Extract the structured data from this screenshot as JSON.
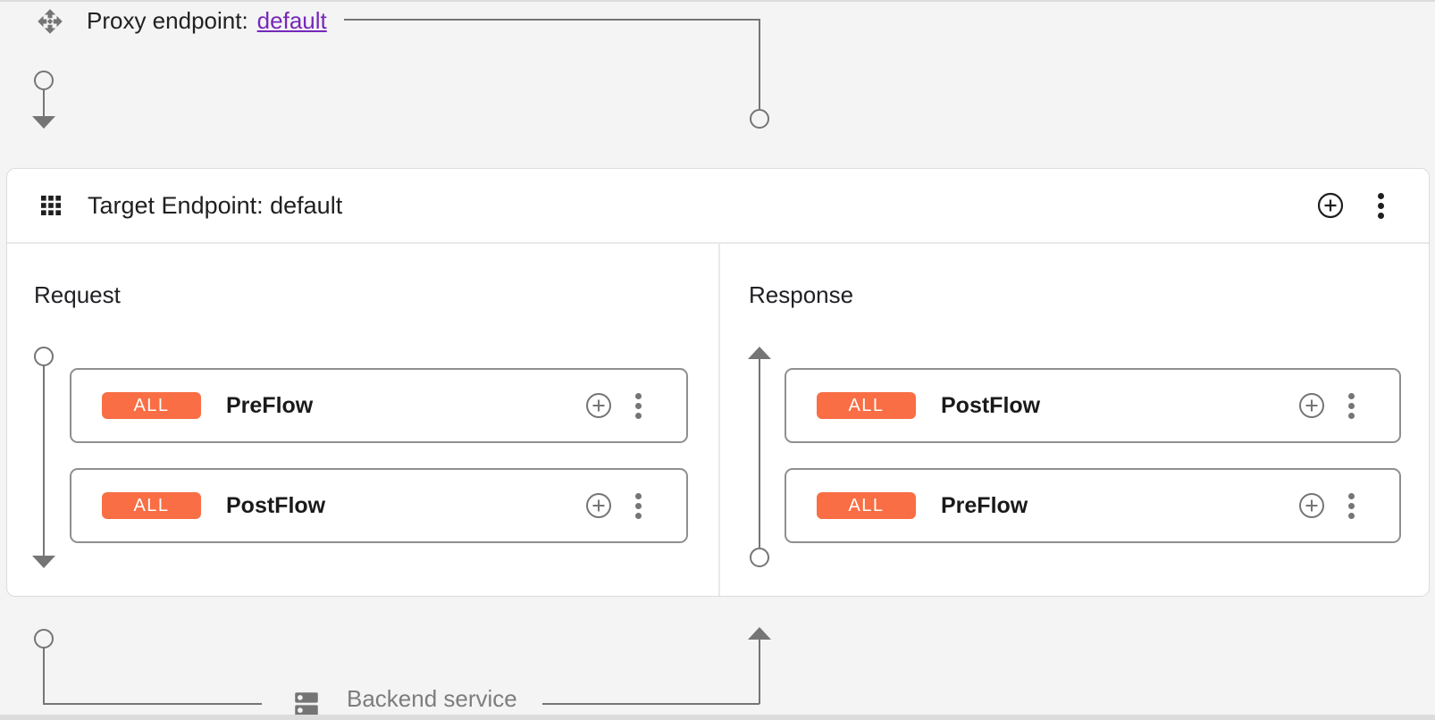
{
  "proxy_endpoint": {
    "label": "Proxy endpoint:",
    "link": "default"
  },
  "target_endpoint": {
    "title": "Target Endpoint: default",
    "request": {
      "label": "Request",
      "flows": [
        {
          "badge": "ALL",
          "name": "PreFlow"
        },
        {
          "badge": "ALL",
          "name": "PostFlow"
        }
      ]
    },
    "response": {
      "label": "Response",
      "flows": [
        {
          "badge": "ALL",
          "name": "PostFlow"
        },
        {
          "badge": "ALL",
          "name": "PreFlow"
        }
      ]
    }
  },
  "backend": {
    "label": "Backend service"
  },
  "icons": {
    "proxy_endpoint_icon": "move-arrows-with-center-diamond",
    "target_endpoint_icon": "3x3-grid",
    "add_icon": "plus-in-circle",
    "menu_icon": "vertical-kebab-dots",
    "backend_icon": "server-dns"
  },
  "colors": {
    "badge_orange": "#f96e44",
    "link_purple": "#7627bb",
    "connector_gray": "#757575",
    "background": "#f4f4f4",
    "card_white": "#ffffff"
  }
}
